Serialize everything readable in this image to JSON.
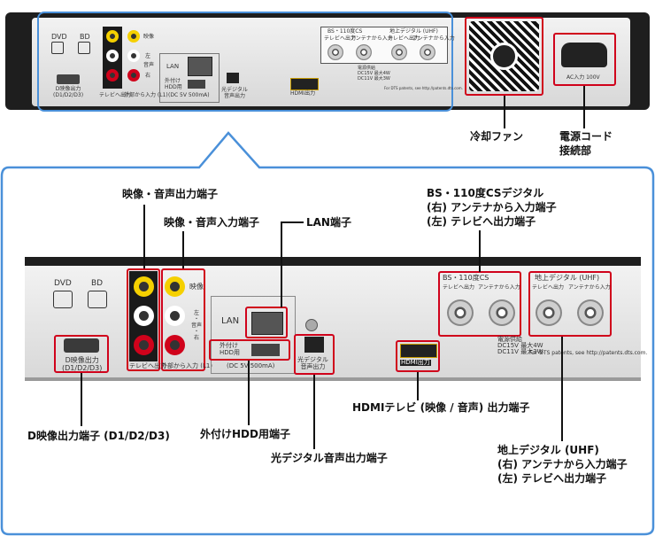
{
  "top_view": {
    "dvd_label": "DVD",
    "bd_label": "BD",
    "d_video_label": "D映像出力\n(D1/D2/D3)",
    "tv_out_label": "テレビへ出力",
    "ext_in_label": "外部から入力 (L1)",
    "video_label": "映像",
    "left_label": "左",
    "audio_label": "音声",
    "right_label": "右",
    "lan_label": "LAN",
    "hdd_label": "外付け\nHDD用",
    "hdd_power": "(DC 5V 500mA)",
    "optical_label": "光デジタル\n音声出力",
    "hdmi_label": "HDMI出力",
    "bs_header": "BS・110度CS",
    "bs_out": "テレビへ出力",
    "bs_in": "アンテナから入力",
    "uhf_header": "地上デジタル (UHF)",
    "uhf_out": "テレビへ出力",
    "uhf_in": "アンテナから入力",
    "power_supply": "電源供給\nDC15V 最大4W\nDC11V 最大3W",
    "dts_note": "For DTS patents, see http://patents.dts.com.",
    "ac_label": "AC入力 100V"
  },
  "callouts_top": {
    "fan": "冷却ファン",
    "power_cord": "電源コード\n接続部"
  },
  "zoom_panel": {
    "dvd_label": "DVD",
    "bd_label": "BD",
    "video_label": "映像",
    "lr_label": "左\n・\n音声\n・\n右",
    "lan_label": "LAN",
    "hdd_label": "外付け\nHDD用",
    "hdd_power": "(DC 5V 500mA)",
    "optical_label": "光デジタル\n音声出力",
    "d_video_label": "D映像出力\n(D1/D2/D3)",
    "tv_out_label": "テレビへ出力",
    "ext_in_label": "外部から入力 (L1)",
    "hdmi_label": "HDMI出力",
    "bs_header": "BS・110度CS",
    "bs_out": "テレビへ出力",
    "bs_in": "アンテナから入力",
    "uhf_header": "地上デジタル (UHF)",
    "uhf_out": "テレビへ出力",
    "uhf_in": "アンテナから入力",
    "power_supply": "電源供給\nDC15V 最大4W\nDC11V 最大3W",
    "dts_note": "For DTS patents, see http://patents.dts.com."
  },
  "callouts": {
    "av_out": "映像・音声出力端子",
    "av_in": "映像・音声入力端子",
    "lan": "LAN端子",
    "bs_cs": "BS・110度CSデジタル\n(右) アンテナから入力端子\n(左) テレビへ出力端子",
    "d_video": "D映像出力端子 (D1/D2/D3)",
    "hdd": "外付けHDD用端子",
    "optical": "光デジタル音声出力端子",
    "hdmi": "HDMIテレビ (映像 / 音声) 出力端子",
    "uhf": "地上デジタル (UHF)\n(右) アンテナから入力端子\n(左) テレビへ出力端子"
  },
  "colors": {
    "frame_blue": "#4a90d9",
    "highlight_red": "#d0021b",
    "rca_yellow": "#f5d000",
    "rca_white": "#ffffff",
    "rca_red": "#d0021b"
  }
}
